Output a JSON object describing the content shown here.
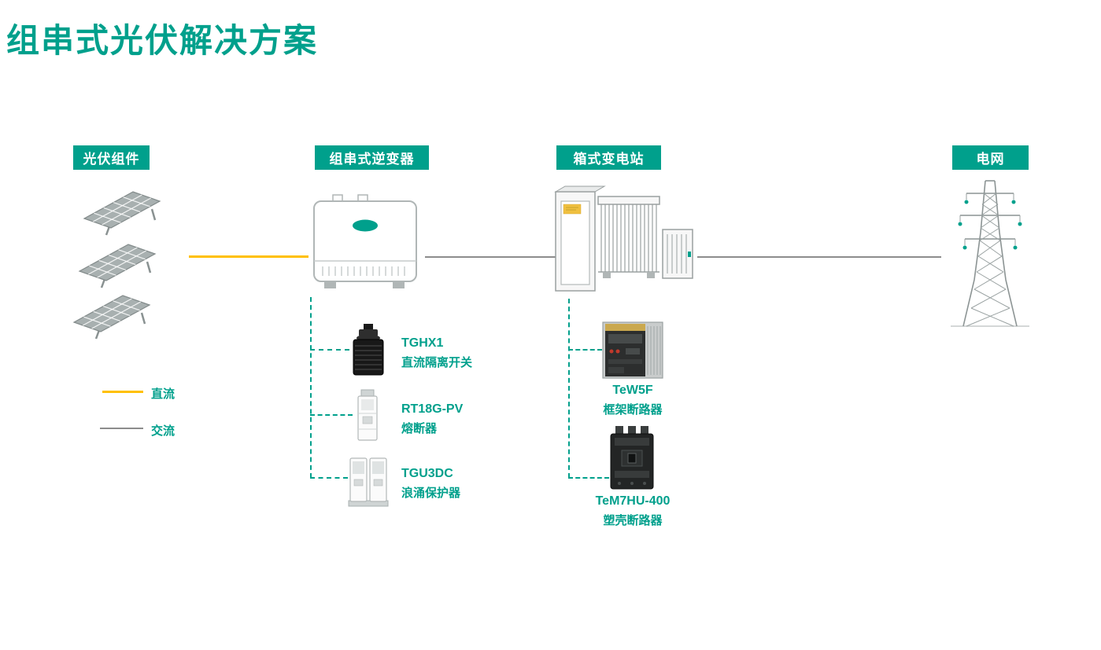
{
  "colors": {
    "teal": "#00A08C",
    "yellow": "#FFC000",
    "grayline": "#8C8C8C"
  },
  "title": "组串式光伏解决方案",
  "stages": {
    "pv": {
      "label": "光伏组件"
    },
    "inverter": {
      "label": "组串式逆变器"
    },
    "substation": {
      "label": "箱式变电站"
    },
    "grid": {
      "label": "电网"
    }
  },
  "legend": {
    "dc": {
      "label": "直流"
    },
    "ac": {
      "label": "交流"
    }
  },
  "inverter_components": [
    {
      "model": "TGHX1",
      "name": "直流隔离开关"
    },
    {
      "model": "RT18G-PV",
      "name": "熔断器"
    },
    {
      "model": "TGU3DC",
      "name": "浪涌保护器"
    }
  ],
  "substation_components": [
    {
      "model": "TeW5F",
      "name": "框架断路器"
    },
    {
      "model": "TeM7HU-400",
      "name": "塑壳断路器"
    }
  ]
}
